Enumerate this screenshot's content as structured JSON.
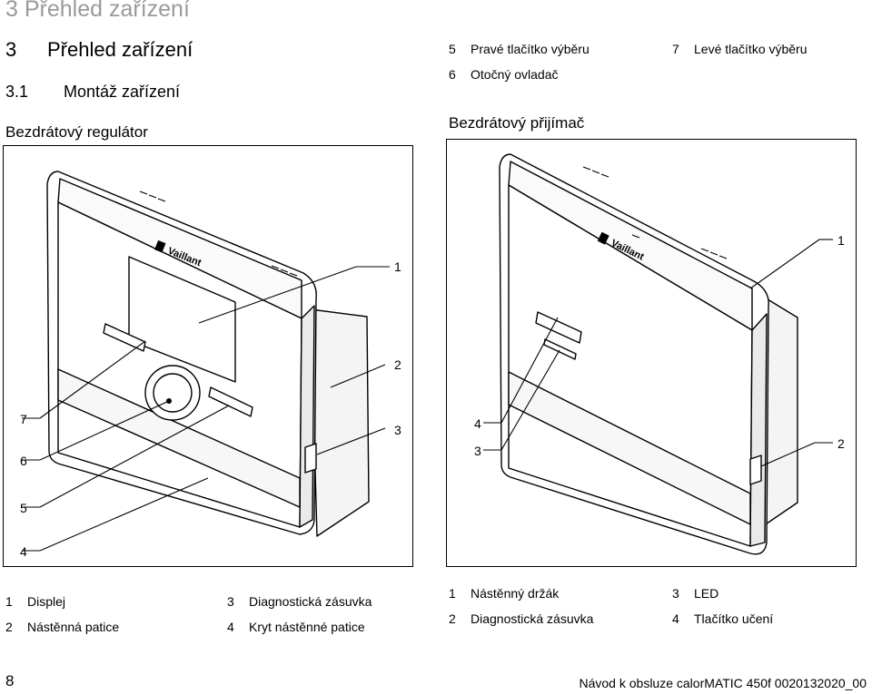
{
  "running_head": "3 Přehled zařízení",
  "chapter": {
    "number": "3",
    "title": "Přehled zařízení"
  },
  "section": {
    "number": "3.1",
    "title": "Montáž zařízení"
  },
  "top_legend": [
    {
      "n": "5",
      "label": "Pravé tlačítko výběru"
    },
    {
      "n": "6",
      "label": "Otočný ovladač"
    },
    {
      "n": "7",
      "label": "Levé tlačítko výběru"
    }
  ],
  "left_figure": {
    "caption": "Bezdrátový regulátor",
    "brand": "Vaillant",
    "callouts": [
      "1",
      "2",
      "7",
      "3",
      "6",
      "5",
      "4"
    ],
    "legend": [
      {
        "n": "1",
        "label": "Displej"
      },
      {
        "n": "3",
        "label": "Diagnostická zásuvka"
      },
      {
        "n": "2",
        "label": "Nástěnná patice"
      },
      {
        "n": "4",
        "label": "Kryt nástěnné patice"
      }
    ]
  },
  "right_figure": {
    "caption": "Bezdrátový přijímač",
    "brand": "Vaillant",
    "callouts": [
      "1",
      "4",
      "2",
      "3"
    ],
    "legend": [
      {
        "n": "1",
        "label": "Nástěnný držák"
      },
      {
        "n": "3",
        "label": "LED"
      },
      {
        "n": "2",
        "label": "Diagnostická zásuvka"
      },
      {
        "n": "4",
        "label": "Tlačítko učení"
      }
    ]
  },
  "footer": {
    "page_number": "8",
    "text": "Návod k obsluze calorMATIC 450f 0020132020_00"
  }
}
